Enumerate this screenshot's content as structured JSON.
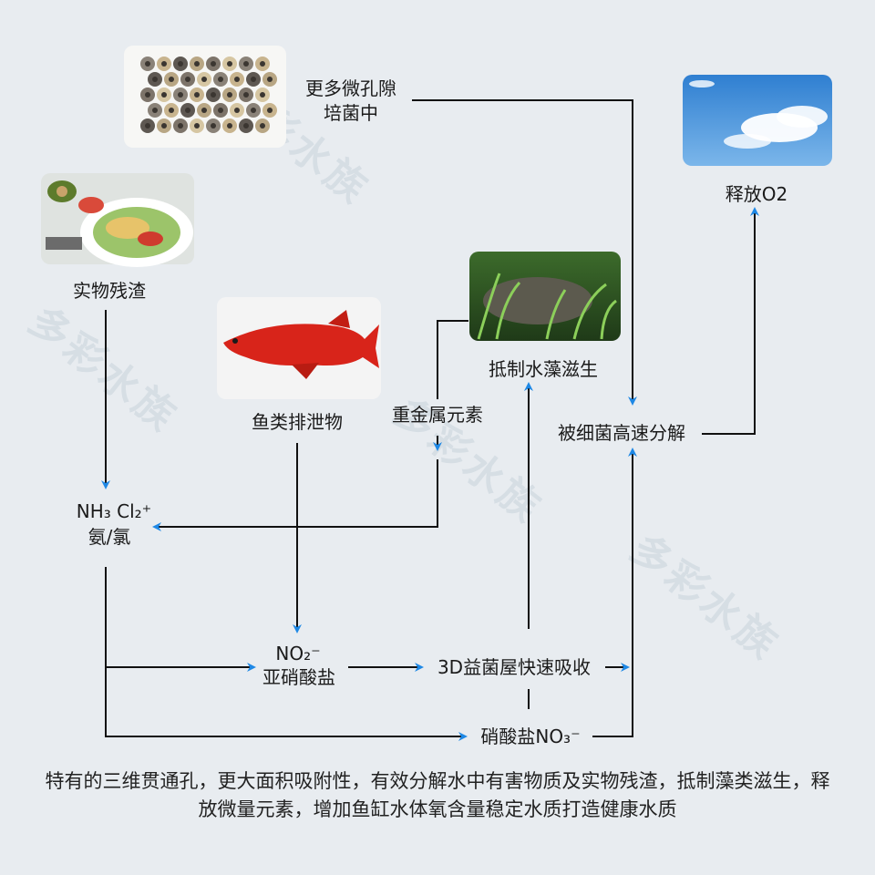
{
  "nodes": {
    "micropores": "更多微孔隙\n培菌中",
    "food_residue": "实物残渣",
    "fish_waste": "鱼类排泄物",
    "heavy_metals": "重金属元素",
    "algae": "抵制水藻滋生",
    "bacteria": "被细菌高速分解",
    "oxygen": "释放O2",
    "ammonia_line1": "NH₃ Cl₂⁺",
    "ammonia_line2": "氨/氯",
    "nitrite_line1": "NO₂⁻",
    "nitrite_line2": "亚硝酸盐",
    "absorb": "3D益菌屋快速吸收",
    "nitrate": "硝酸盐NO₃⁻"
  },
  "caption": "特有的三维贯通孔，更大面积吸附性，有效分解水中有害物质及实物残渣，抵制藻类滋生，释放微量元素，增加鱼缸水体氧含量稳定水质打造健康水质",
  "watermark": "多彩水族",
  "colors": {
    "arrow": "#1e88e5",
    "line": "#111111"
  }
}
